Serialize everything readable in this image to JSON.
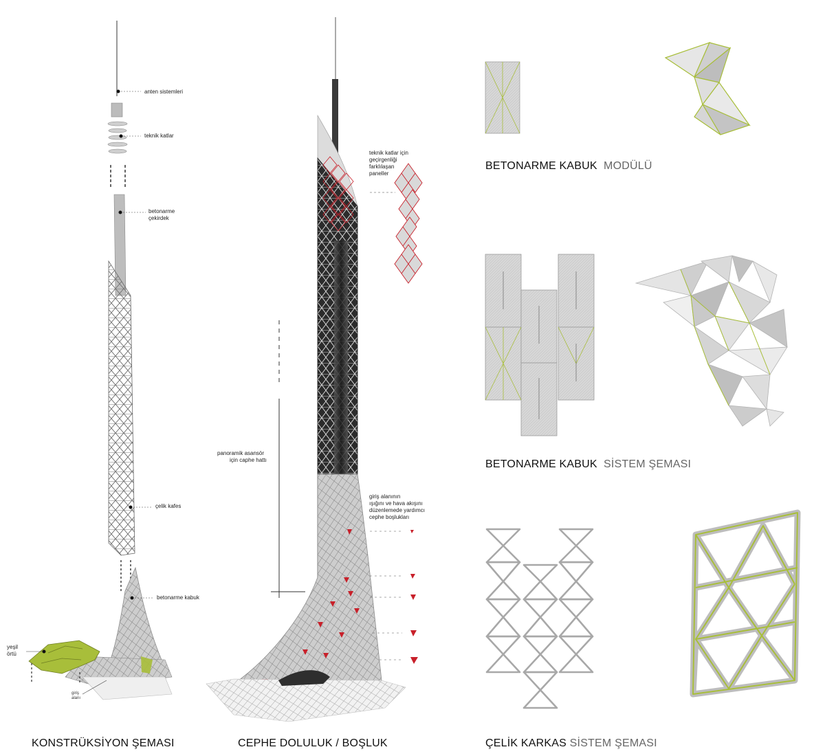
{
  "colors": {
    "accent_green": "#a8be3a",
    "accent_red": "#c8202a",
    "panel_grey": "#d9d9d9",
    "shell_grey": "#c9c9c9",
    "dark_lattice": "#3a3a3a"
  },
  "column1": {
    "title": "KONSTRÜKSİYON ŞEMASI",
    "labels": {
      "anten": "anten sistemleri",
      "teknik": "teknik katlar",
      "cekirdek_1": "betonarme",
      "cekirdek_2": "çekirdek",
      "kafes": "çelik kafes",
      "kabuk": "betonarme kabuk",
      "yesil_1": "yeşil",
      "yesil_2": "örtü",
      "giris_1": "giriş",
      "giris_2": "alanı"
    }
  },
  "column2": {
    "title": "CEPHE DOLULUK / BOŞLUK",
    "labels": {
      "teknik_1": "teknik katlar için",
      "teknik_2": "geçirgenliği",
      "teknik_3": "farklılaşan",
      "teknik_4": "paneller",
      "asansor_1": "panoramik asansör",
      "asansor_2": "için caphe hattı",
      "giris_1": "giriş alanının",
      "giris_2": "ışığını ve hava akışını",
      "giris_3": "düzenlemede yardımcı",
      "giris_4": "cephe boşlukları"
    }
  },
  "column3": {
    "modul_title": "BETONARME KABUK",
    "modul_sub": "MODÜLÜ",
    "sistem_title": "BETONARME KABUK",
    "sistem_sub": "SİSTEM ŞEMASI",
    "celik_title": "ÇELİK KARKAS",
    "celik_sub": "SİSTEM ŞEMASI"
  }
}
